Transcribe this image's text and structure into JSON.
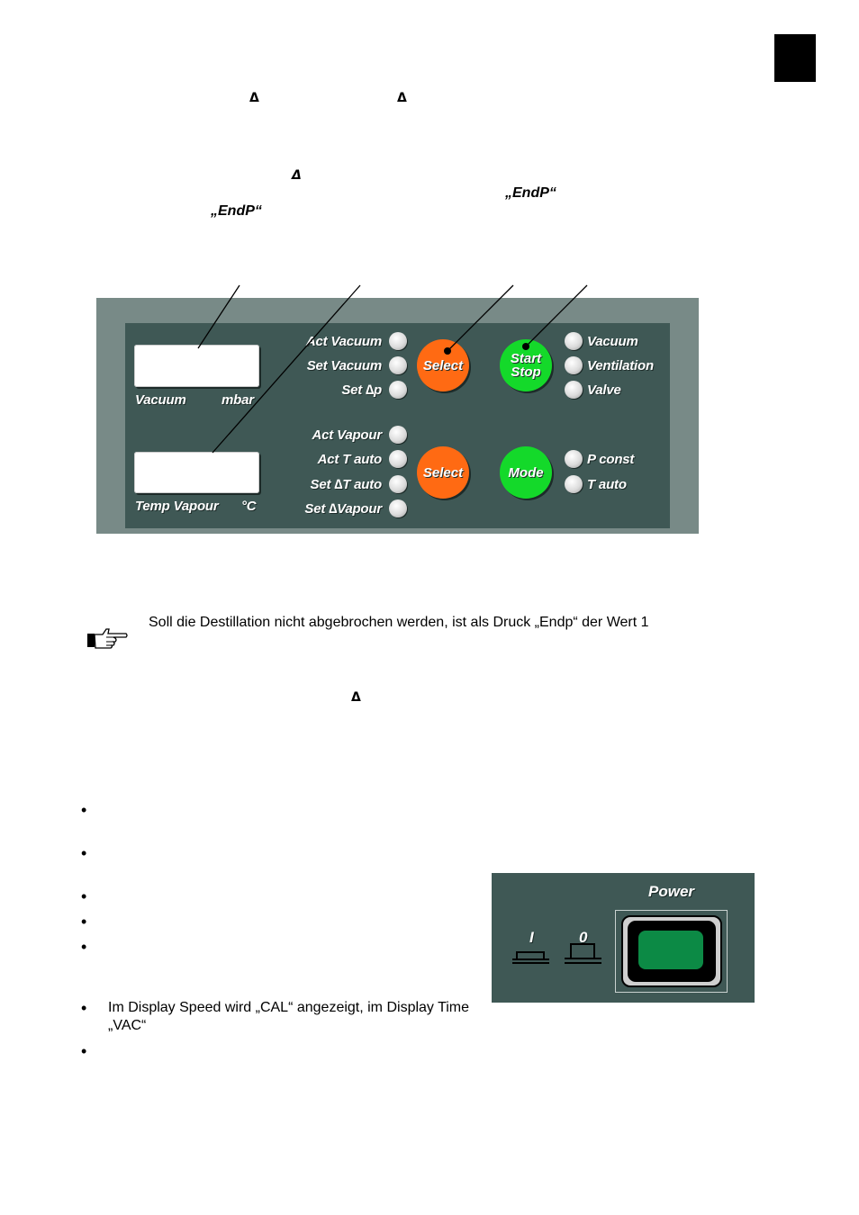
{
  "page": {
    "delta_symbol": "Δ",
    "endp_1": "„EndP“",
    "endp_2": "„EndP“"
  },
  "control_panel": {
    "vacuum_label": "Vacuum",
    "vacuum_unit": "mbar",
    "temp_label": "Temp Vapour",
    "temp_unit": "°C",
    "upper_leds": [
      "Act Vacuum",
      "Set Vacuum",
      "Set ∆p"
    ],
    "lower_leds": [
      "Act Vapour",
      "Act T auto",
      "Set ∆T auto",
      "Set ∆Vapour"
    ],
    "select_label": "Select",
    "start_label": "Start",
    "stop_label": "Stop",
    "mode_label": "Mode",
    "status_leds": [
      "Vacuum",
      "Ventilation",
      "Valve"
    ],
    "mode_leds": [
      "P const",
      "T auto"
    ]
  },
  "note": {
    "icon": "pointing-hand-icon",
    "text": "Soll die Destillation nicht abgebrochen werden, ist als Druck „Endp“ der Wert 1"
  },
  "list": {
    "bullet": "•",
    "item_text": "Im Display Speed wird „CAL“ angezeigt, im Display Time „VAC“"
  },
  "power_panel": {
    "title": "Power",
    "on_label": "I",
    "off_label": "0"
  },
  "colors": {
    "panel_dark": "#3f5855",
    "panel_frame": "#788a87",
    "select_orange": "#ff6a13",
    "start_green": "#14d92a",
    "power_switch_green": "#0c8a45"
  }
}
